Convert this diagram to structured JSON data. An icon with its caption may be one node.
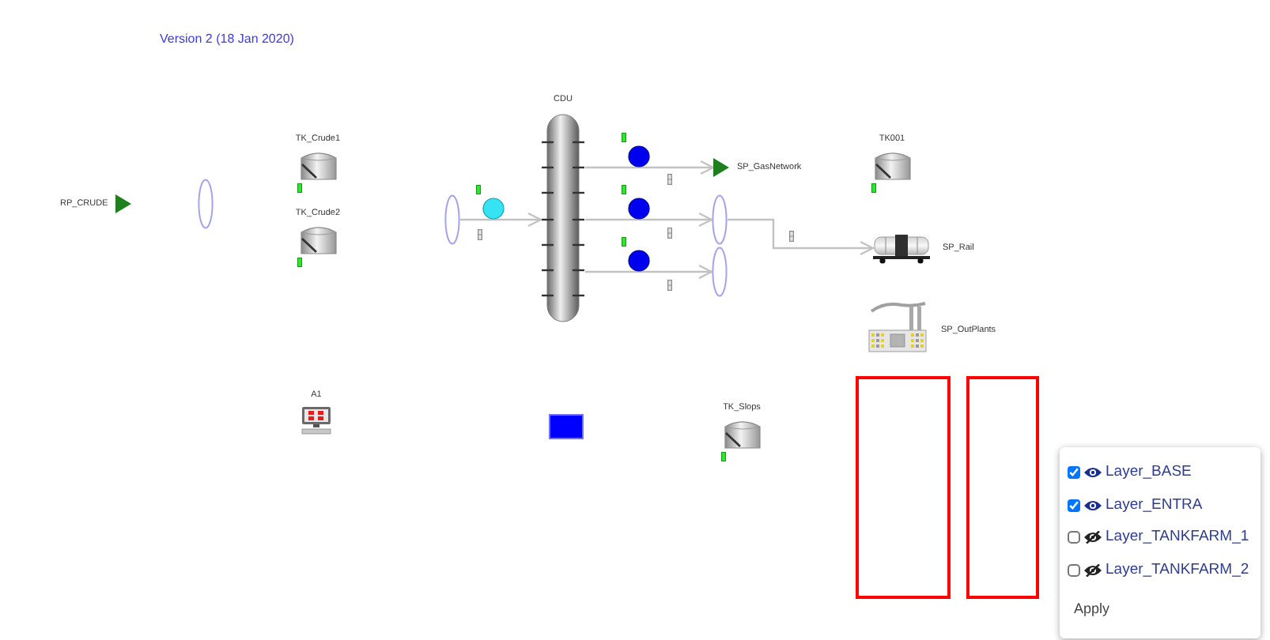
{
  "diagram": {
    "title": "Version 2 (18 Jan 2020)",
    "nodes": [
      {
        "text": [
          "RP_CRUDE"
        ]
      },
      {
        "text": [],
        "shape": "ellipse"
      },
      {
        "text": [
          "TK_Crude1"
        ]
      },
      {
        "text": [
          "TK_Crude2"
        ]
      },
      {
        "text": [],
        "shape": "ellipse"
      },
      {
        "text": [],
        "shape": "circle"
      },
      {
        "text": [
          "CDU"
        ]
      },
      {
        "text": [],
        "shape": "circle"
      },
      {
        "text": [],
        "shape": "circle"
      },
      {
        "text": [],
        "shape": "circle"
      },
      {
        "text": [
          "SP_GasNetwork"
        ]
      },
      {
        "text": [],
        "shape": "ellipse"
      },
      {
        "text": [],
        "shape": "ellipse"
      },
      {
        "text": [
          "TK001"
        ]
      },
      {
        "text": [
          "SP_Rail"
        ]
      },
      {
        "text": [
          "SP_OutPlants"
        ]
      },
      {
        "text": [
          "A1"
        ]
      },
      {
        "text": [],
        "shape": "box"
      },
      {
        "text": [
          "TK_Slops"
        ]
      },
      {
        "text": [],
        "shape": "box"
      },
      {
        "text": [],
        "shape": "box"
      }
    ],
    "edges": [
      {
        "from": 4,
        "to": 5,
        "arrow": "none"
      },
      {
        "from": 5,
        "to": 6,
        "arrow": "to"
      },
      {
        "from": 6,
        "to": 7,
        "arrow": "none"
      },
      {
        "from": 7,
        "to": 10,
        "arrow": "to"
      },
      {
        "from": 6,
        "to": 8,
        "arrow": "none"
      },
      {
        "from": 8,
        "to": 11,
        "arrow": "to"
      },
      {
        "from": 6,
        "to": 9,
        "arrow": "none"
      },
      {
        "from": 9,
        "to": 12,
        "arrow": "to"
      },
      {
        "from": 11,
        "to": 14,
        "arrow": "to"
      }
    ],
    "labels": [
      "Layer_BASE",
      "Layer_ENTRA",
      "Layer_TANKFARM_1",
      "Layer_TANKFARM_2",
      "Apply"
    ]
  }
}
